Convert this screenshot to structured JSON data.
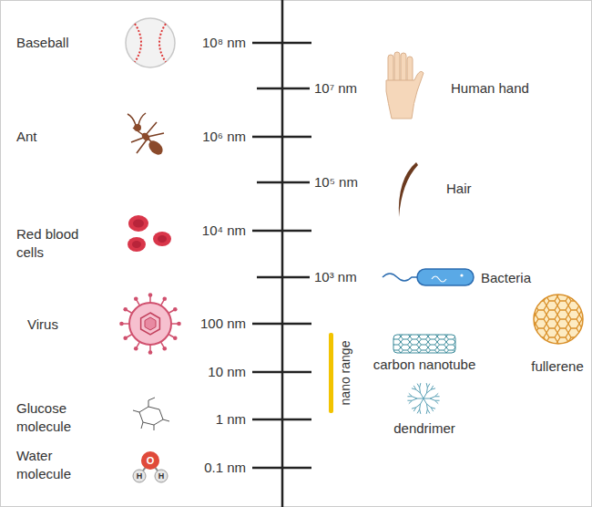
{
  "diagram": {
    "labels": [
      "Baseball",
      "10⁸ nm",
      "10⁷ nm",
      "Human hand",
      "Ant",
      "10⁶ nm",
      "10⁵ nm",
      "Hair",
      "Red blood cells",
      "10⁴ nm",
      "10³ nm",
      "Bacteria",
      "Virus",
      "100 nm",
      "nano range",
      "10 nm",
      "carbon nanotube",
      "fullerene",
      "Glucose molecule",
      "1 nm",
      "dendrimer",
      "Water molecule",
      "0.1 nm",
      "O",
      "H",
      "H"
    ]
  }
}
